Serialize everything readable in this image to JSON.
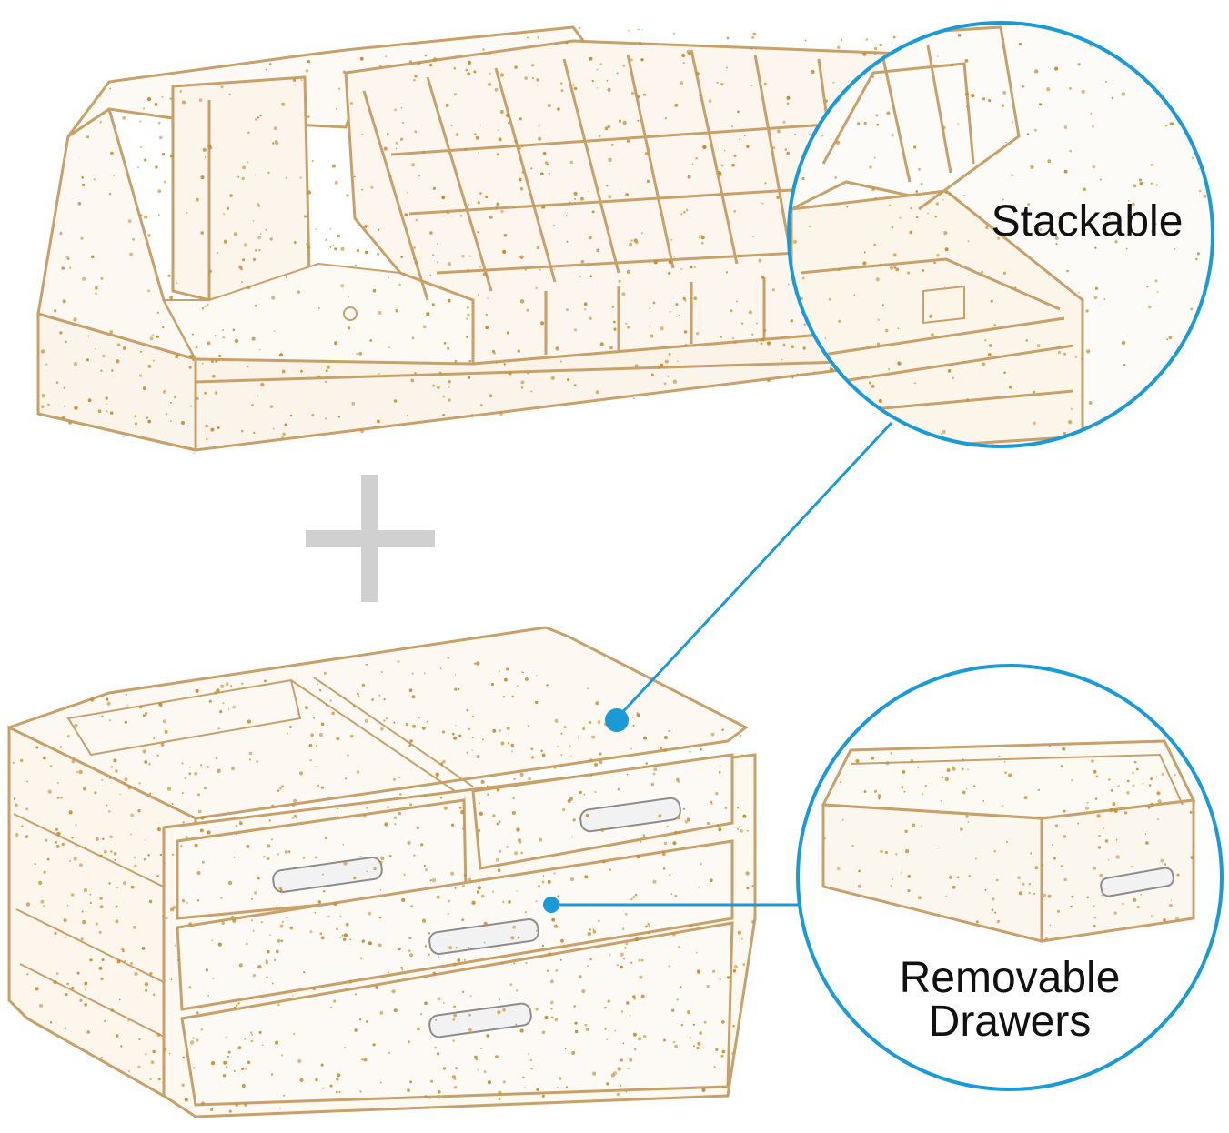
{
  "callouts": {
    "stackable": "Stackable",
    "removable": [
      "Removable",
      "Drawers"
    ]
  },
  "icons": {
    "plus": "plus-icon",
    "callout_dot": "dot-icon"
  },
  "colors": {
    "accent": "#1a9ad6",
    "plus": "#d0d0d0",
    "acrylic_edge": "#c8a06a",
    "glitter": "#c98d2e",
    "background": "#ffffff"
  }
}
